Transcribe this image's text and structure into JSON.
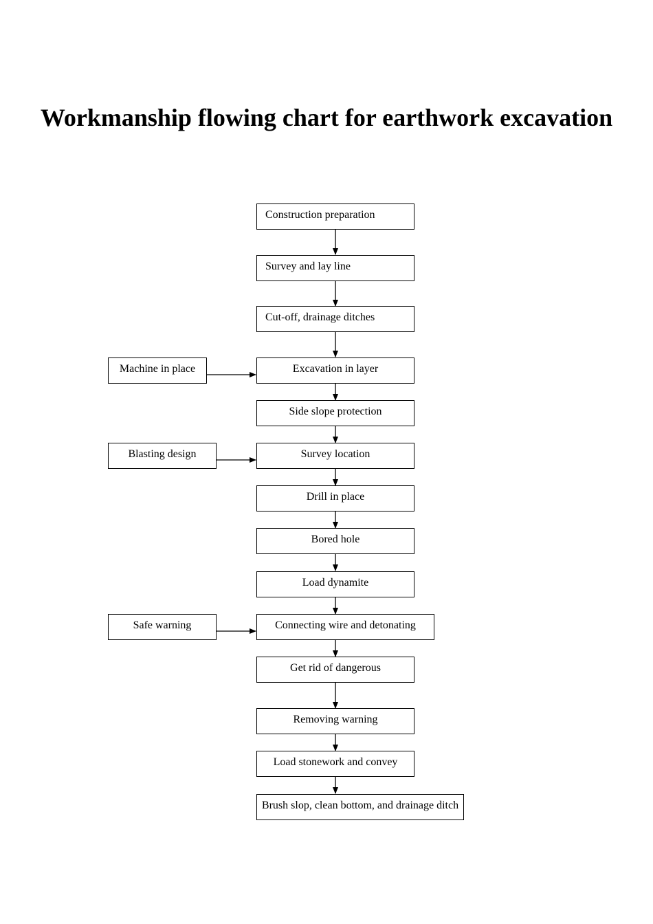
{
  "title": "Workmanship flowing chart for earthwork excavation",
  "steps": [
    "Construction preparation",
    "Survey and lay line",
    "Cut-off, drainage ditches",
    "Excavation in layer",
    "Side slope protection",
    "Survey location",
    "Drill in place",
    "Bored hole",
    "Load dynamite",
    "Connecting wire and detonating",
    "Get rid of dangerous",
    "Removing warning",
    "Load stonework and convey",
    "Brush slop, clean bottom, and drainage ditch"
  ],
  "inputs": [
    "Machine in place",
    "Blasting design",
    "Safe warning"
  ]
}
